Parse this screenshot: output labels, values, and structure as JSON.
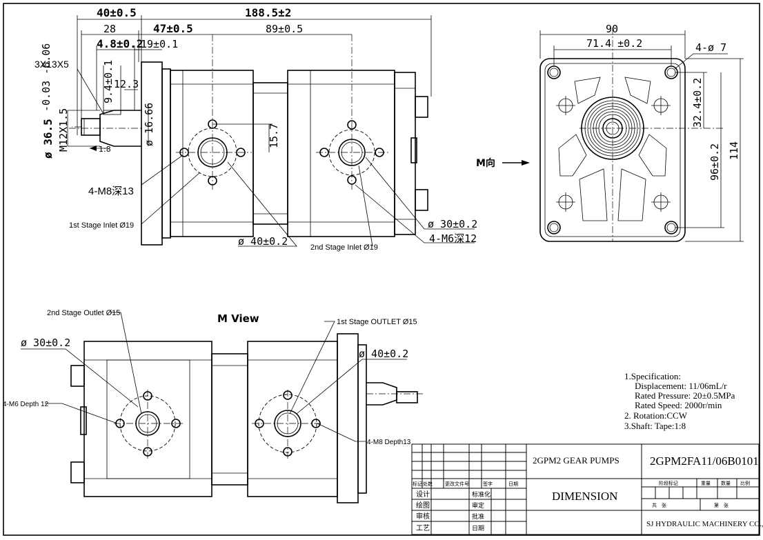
{
  "dimensions": {
    "d_40": "40±0.5",
    "d_188": "188.5±2",
    "d_28": "28",
    "d_47": "47±0.5",
    "d_89": "89±0.5",
    "d_4_8": "4.8±0.2",
    "d_19": "19±0.1",
    "d_3x13": "3X13X5",
    "d_9_4": "9.4±0.1",
    "d_12_3": "12.3",
    "d_36_5": "ø 36.5",
    "d_tol": "-0.03 -0.06",
    "d_m12": "M12X1.5",
    "d_16_66": "ø 16.66",
    "d_taper": "1:8",
    "d_15_7": "15.7",
    "d_4m8": "4-M8深13",
    "d_inlet1": "1st Stage Inlet Ø19",
    "d_phi40": "ø 40±0.2",
    "d_inlet2": "2nd Stage Inlet Ø19",
    "d_phi30": "ø 30±0.2",
    "d_4m6": "4-M6深12",
    "m_arrow": "M向",
    "d_90": "90",
    "d_71": "71.4 ±0.2",
    "d_4phi7": "4-ø 7",
    "d_32": "32.4±0.2",
    "d_96": "96±0.2",
    "d_114": "114",
    "mv_title": "M View",
    "mv_outlet2": "2nd Stage Outlet Ø15",
    "mv_outlet1": "1st Stage OUTLET Ø15",
    "mv_phi30": "ø 30±0.2",
    "mv_phi40": "ø 40±0.2",
    "mv_m6": "4-M6 Depth 12",
    "mv_m8": "4-M8 Depth13"
  },
  "spec": {
    "l1": "1.Specification:",
    "l2": "Displacement: 11/06mL/r",
    "l3": "Rated Pressure: 20±0.5MPa",
    "l4": "Rated Speed: 2000r/min",
    "l5": "2. Rotation:CCW",
    "l6": "3.Shaft: Tape:1:8"
  },
  "title_block": {
    "product": "2GPM2 GEAR PUMPS",
    "drawing_no": "2GPM2FA11/06B0101",
    "name": "DIMENSION",
    "company": "SJ HYDRAULIC MACHINERY CO.,LTD.",
    "h1": "标记",
    "h2": "处数",
    "h3": "更改文件号",
    "h4": "签字",
    "h5": "日期",
    "r1": "设计",
    "r2": "绘图",
    "r3": "审核",
    "r4": "工艺",
    "c1": "标准化",
    "c2": "审定",
    "c3": "批准",
    "c4": "日期",
    "stage": "阶段标记",
    "weight": "重量",
    "qty": "数量",
    "scale": "比例",
    "sheet1": "共　张",
    "sheet2": "第　张"
  }
}
